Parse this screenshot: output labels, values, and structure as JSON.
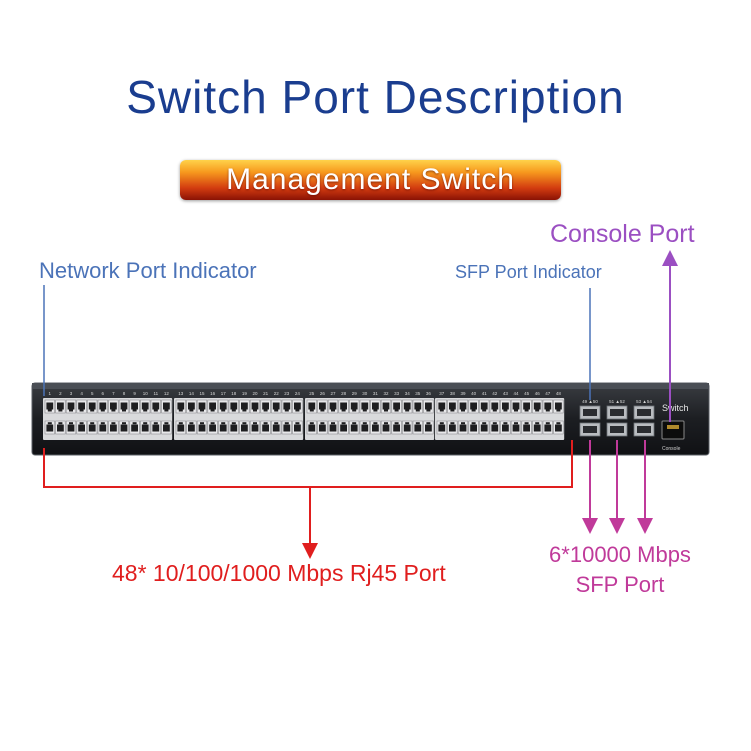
{
  "title": "Switch Port Description",
  "banner": "Management Switch",
  "labels": {
    "network_indicator": "Network Port Indicator",
    "sfp_indicator": "SFP Port Indicator",
    "console_port": "Console Port",
    "rj45_port": "48* 10/100/1000 Mbps Rj45 Port",
    "sfp_port_line1": "6*10000 Mbps",
    "sfp_port_line2": "SFP Port"
  },
  "device": {
    "brand": "Switch",
    "console_caption": "Console",
    "port_numbers_top": [
      "1",
      "2",
      "3",
      "4",
      "5",
      "6",
      "7",
      "8",
      "9",
      "10",
      "11",
      "12",
      "13",
      "14",
      "15",
      "16",
      "17",
      "18",
      "19",
      "20",
      "21",
      "22",
      "23",
      "24",
      "25",
      "26",
      "27",
      "28",
      "29",
      "30",
      "31",
      "32",
      "33",
      "34",
      "35",
      "36",
      "37",
      "38",
      "39",
      "40",
      "41",
      "42",
      "43",
      "44",
      "45",
      "46",
      "47",
      "48"
    ],
    "sfp_group_labels": [
      "49 ▲50",
      "51 ▲52",
      "53 ▲54"
    ]
  },
  "colors": {
    "title": "#1a3d8f",
    "indicator_label": "#4b73b8",
    "console_arrow": "#9b4fc2",
    "rj45_bracket": "#e01e1e",
    "sfp_arrow": "#c03a9a"
  }
}
